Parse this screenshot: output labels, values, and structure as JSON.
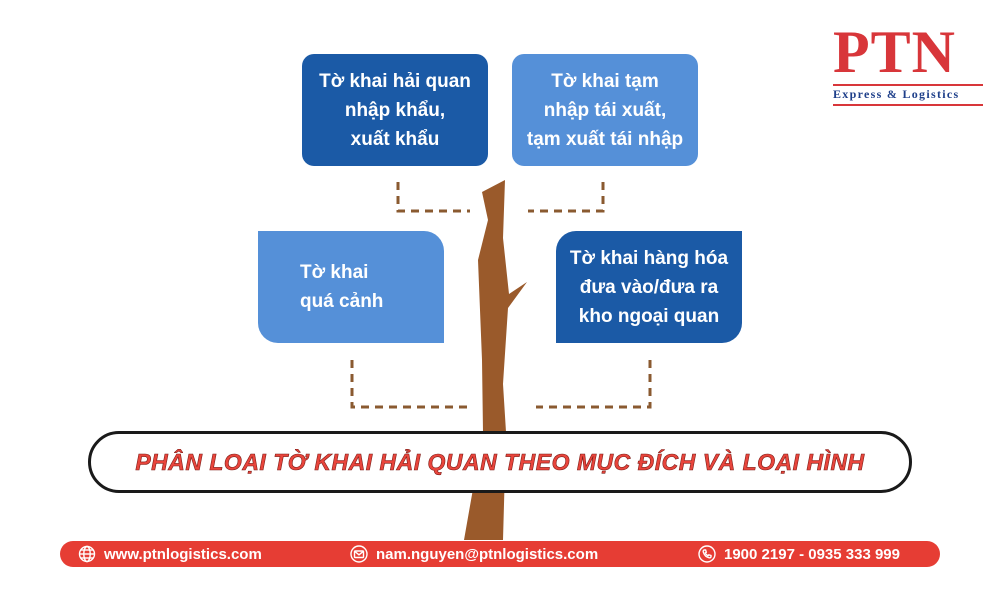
{
  "boxes": {
    "export_import": [
      "Tờ khai hải quan",
      "nhập khẩu,",
      "xuất khẩu"
    ],
    "temporary": [
      "Tờ khai tạm",
      "nhập tái xuất,",
      "tạm xuất tái nhập"
    ],
    "transit": [
      "Tờ khai",
      "quá cảnh"
    ],
    "bonded": [
      "Tờ khai hàng hóa",
      "đưa vào/đưa ra",
      "kho ngoại quan"
    ]
  },
  "banner": "PHÂN LOẠI TỜ KHAI HẢI QUAN THEO MỤC ĐÍCH VÀ LOẠI HÌNH",
  "logo": {
    "main": "PTN",
    "sub": "Express & Logistics"
  },
  "footer": {
    "website": "www.ptnlogistics.com",
    "email": "nam.nguyen@ptnlogistics.com",
    "phone": "1900 2197 - 0935 333 999"
  },
  "colors": {
    "dark_box": "#1b5aa6",
    "light_box": "#5590d8",
    "trunk": "#9a5a2b",
    "connector": "#8a5a30",
    "banner_text": "#e8453c",
    "footer": "#e63d34"
  },
  "icons": [
    "globe-icon",
    "mail-icon",
    "phone-icon"
  ]
}
